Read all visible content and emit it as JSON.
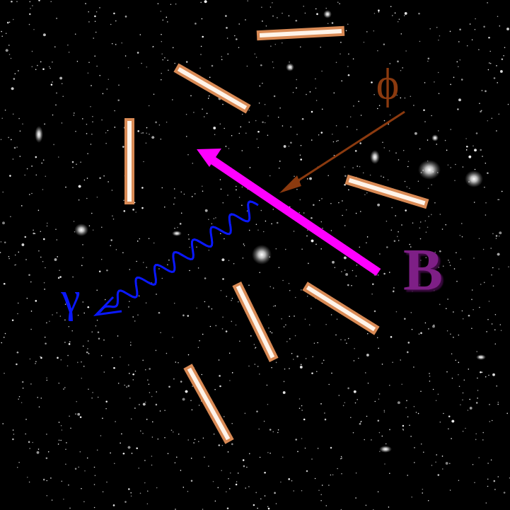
{
  "diagram": {
    "labels": [
      "ϕ",
      "B",
      "γ"
    ]
  }
}
